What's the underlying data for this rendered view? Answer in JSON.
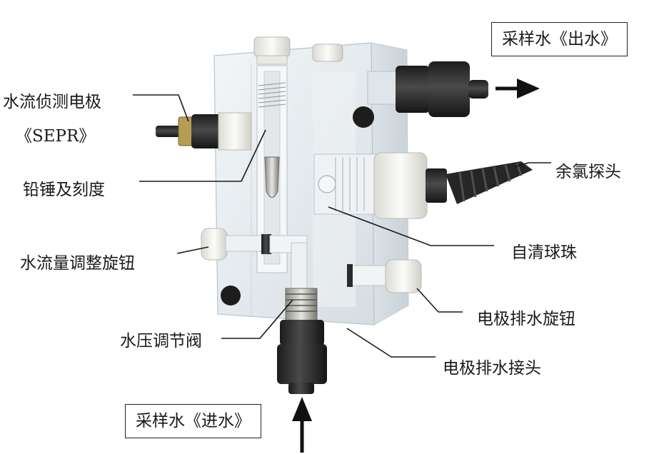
{
  "labels": {
    "sample_out": "采样水《出水》",
    "sample_in": "采样水《进水》",
    "flow_probe": "水流侦测电极",
    "flow_probe_model": "《SEPR》",
    "weight_scale": "铅锤及刻度",
    "flow_knob": "水流量调整旋钮",
    "pressure_valve": "水压调节阀",
    "chlorine_probe": "余氯探头",
    "clean_ball": "自清球珠",
    "drain_knob": "电极排水旋钮",
    "drain_fitting": "电极排水接头"
  },
  "colors": {
    "line": "#1a1a1a",
    "acrylic": "#e9eef2",
    "fitting_dark": "#262626",
    "fitting_white": "#f1f1ee"
  }
}
